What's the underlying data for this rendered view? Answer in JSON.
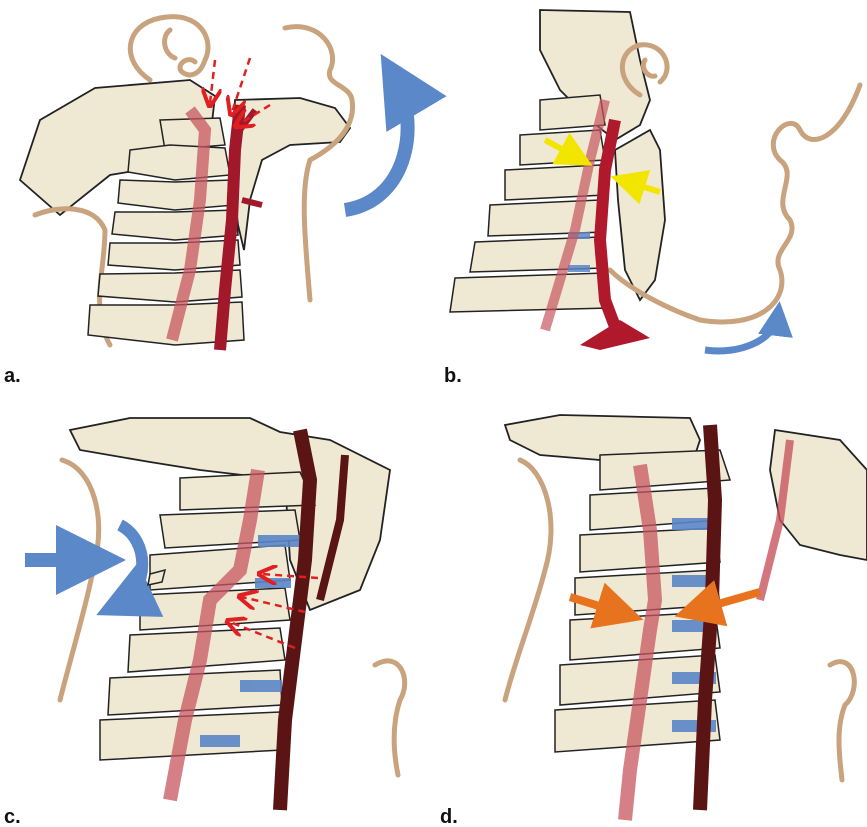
{
  "panels": [
    {
      "id": "a",
      "label": "a.",
      "annotation_arrows": "red-dashed",
      "motion_arrow": "blue-curved"
    },
    {
      "id": "b",
      "label": "b.",
      "annotation_arrows": "yellow",
      "motion_arrow": "blue-curved"
    },
    {
      "id": "c",
      "label": "c.",
      "annotation_arrows": "red-dashed",
      "motion_arrow": "blue-straight-and-curved"
    },
    {
      "id": "d",
      "label": "d.",
      "annotation_arrows": "orange",
      "motion_arrow": "none"
    }
  ],
  "colors": {
    "bone": "#efe9d4",
    "bone_outline": "#222222",
    "skin_outline": "#c9a27e",
    "artery_dark": "#5a1414",
    "artery_red": "#b0182c",
    "artery_translucent": "#c7555f",
    "disc": "#5b86c8",
    "blue_arrow": "#5a88c8",
    "red_dash_arrow": "#e02020",
    "yellow_arrow": "#f2e600",
    "orange_arrow": "#e8731e"
  }
}
